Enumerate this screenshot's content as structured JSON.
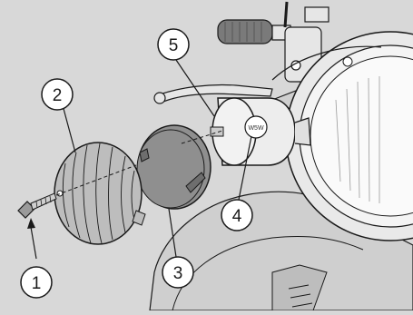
{
  "diagram": {
    "callouts": [
      {
        "id": "1",
        "label": "1"
      },
      {
        "id": "2",
        "label": "2"
      },
      {
        "id": "3",
        "label": "3"
      },
      {
        "id": "4",
        "label": "4"
      },
      {
        "id": "5",
        "label": "5"
      }
    ],
    "bulb_marking": "W5W",
    "colors": {
      "background": "#d8d8d8",
      "line": "#1a1a1a",
      "lens": "#bdbdbd",
      "gasket": "#8f8f8f",
      "housing": "#ededed",
      "chrome": "#e6e6e6"
    }
  }
}
